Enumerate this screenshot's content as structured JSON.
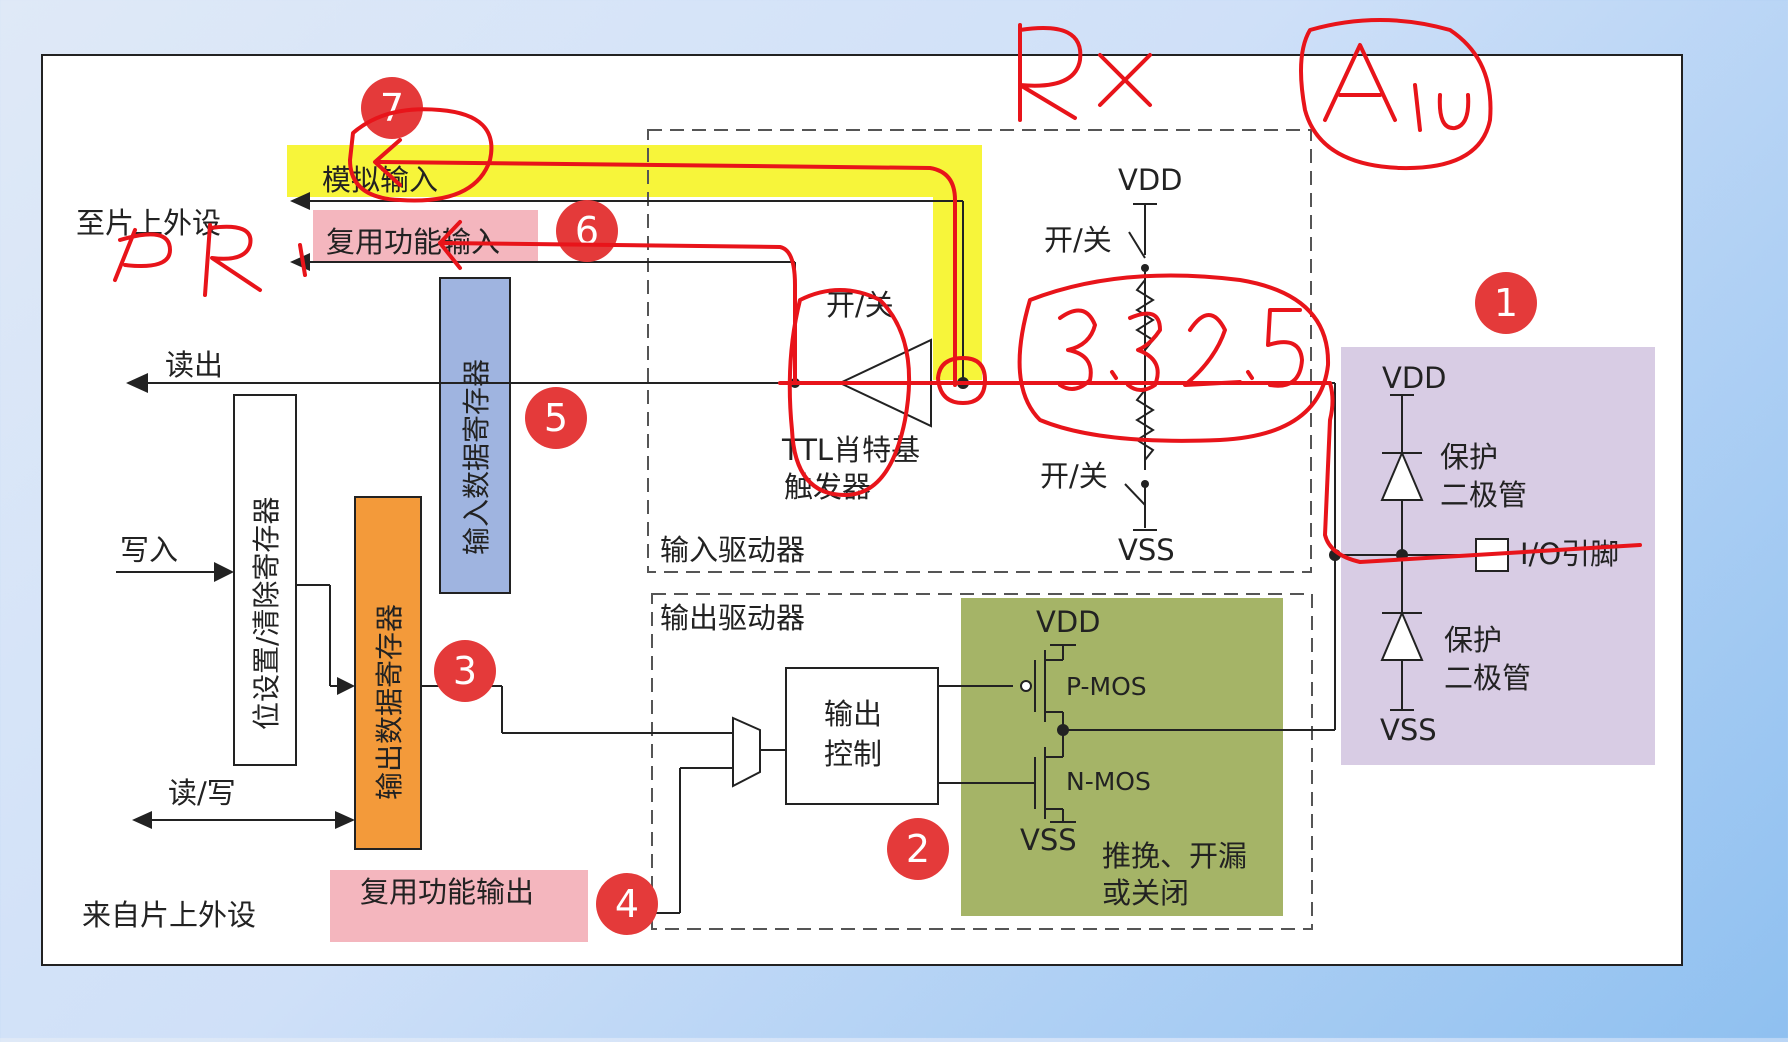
{
  "labels": {
    "to_peripheral": "至片上外设",
    "analog_input": "模拟输入",
    "alt_func_input": "复用功能输入",
    "read_out": "读出",
    "write_in": "写入",
    "read_write": "读/写",
    "from_peripheral": "来自片上外设",
    "alt_func_output": "复用功能输出",
    "input_data_reg": "输入数据寄存器",
    "bsrr_reg": "位设置/清除寄存器",
    "output_data_reg": "输出数据寄存器",
    "input_driver": "输入驱动器",
    "output_driver": "输出驱动器",
    "on_off_1": "开/关",
    "on_off_2": "开/关",
    "on_off_3": "开/关",
    "vdd_top": "VDD",
    "vss_mid": "VSS",
    "vdd_right": "VDD",
    "vss_right": "VSS",
    "vdd_mos": "VDD",
    "vss_mos": "VSS",
    "ttl_line1": "TTL肖特基",
    "ttl_line2": "触发器",
    "protect_line1_a": "保护",
    "protect_line2_a": "二极管",
    "protect_line1_b": "保护",
    "protect_line2_b": "二极管",
    "io_pin": "I/O引脚",
    "output_ctrl_line1": "输出",
    "output_ctrl_line2": "控制",
    "pmos": "P-MOS",
    "nmos": "N-MOS",
    "mode_line1": "推挽、开漏",
    "mode_line2": "或关闭"
  },
  "markers": [
    "1",
    "2",
    "3",
    "4",
    "5",
    "6",
    "7"
  ],
  "handwriting": {
    "rx": "Rx",
    "a10": "A10",
    "pr1": "PR1",
    "voltage": "3.3 2.5"
  },
  "colors": {
    "analog_highlight": "#f7f53a",
    "alt_input_highlight": "#f4b6be",
    "input_reg": "#9fb4e0",
    "output_reg": "#f39a3a",
    "mos_block": "#a5b467",
    "protect_block": "#d8cce4",
    "marker": "#e43a3a",
    "ink": "#e8141a"
  }
}
